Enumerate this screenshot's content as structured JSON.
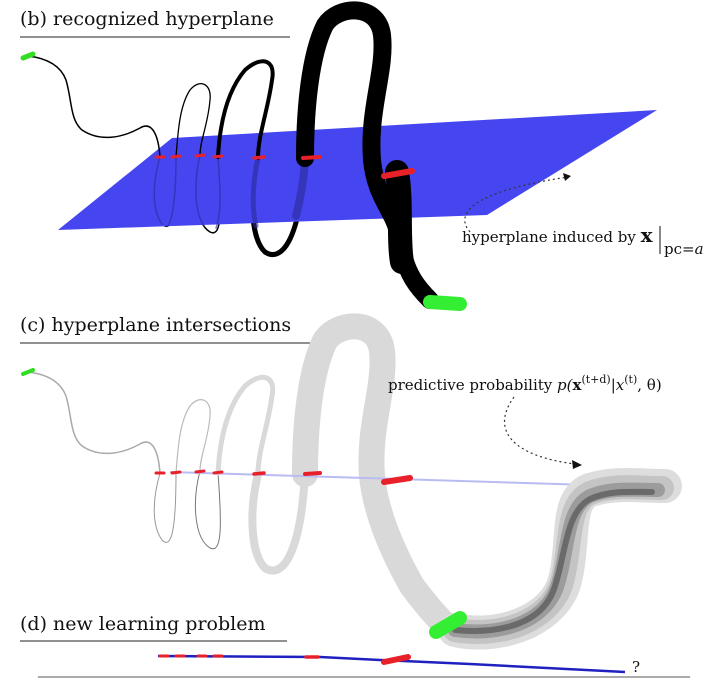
{
  "panels": {
    "b": {
      "title": "(b) recognized hyperplane"
    },
    "c": {
      "title": "(c) hyperplane intersections"
    },
    "d": {
      "title": "(d) new learning problem",
      "end_marker": "?"
    }
  },
  "annotations": {
    "hyperplane": {
      "prefix": "hyperplane induced by ",
      "symbol": "x",
      "subscript": "pc=",
      "subscript_var": "a"
    },
    "predictive": {
      "prefix": "predictive probability ",
      "func": "p(",
      "symbol": "x",
      "sup1": "(t+d)",
      "bar": "|",
      "var": "x",
      "sup2": "(t)",
      "rest": ", θ)"
    }
  },
  "colors": {
    "hyperplane": "#4646f0",
    "trajectory": "#000000",
    "intersection": "#e8202a",
    "start_marker": "#33dd22",
    "end_marker": "#33ee33",
    "faded_tube": "#d9d9d9",
    "projection_line": "#b8bcf2",
    "predictive_band": "#555555",
    "learning_line": "#2020c0"
  }
}
